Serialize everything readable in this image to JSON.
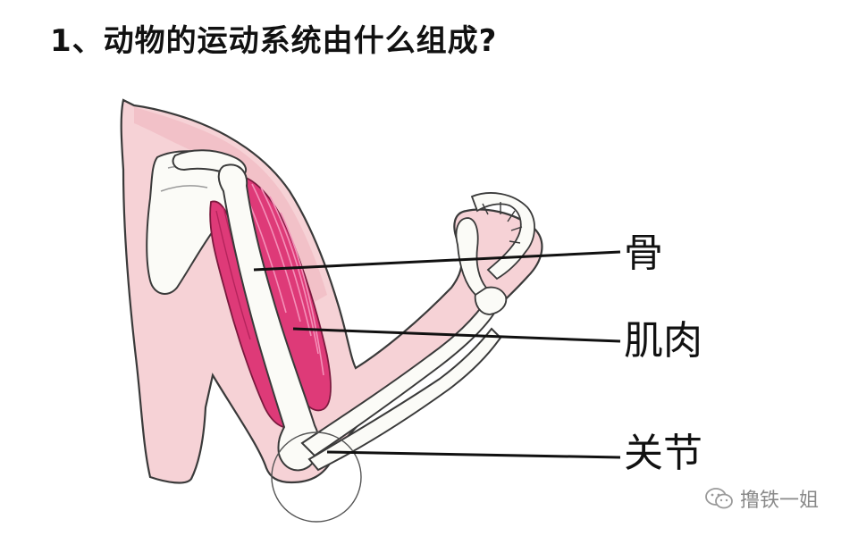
{
  "question": "1、动物的运动系统由什么组成?",
  "labels": {
    "bone": "骨",
    "muscle": "肌肉",
    "joint": "关节"
  },
  "watermark": "撸铁一姐",
  "colors": {
    "skin": "#f6d2d6",
    "skin_shadow": "#f2c1c8",
    "bone": "#fbfbf7",
    "muscle": "#de3a78",
    "muscle_dark": "#b5245c",
    "outline": "#333333"
  }
}
